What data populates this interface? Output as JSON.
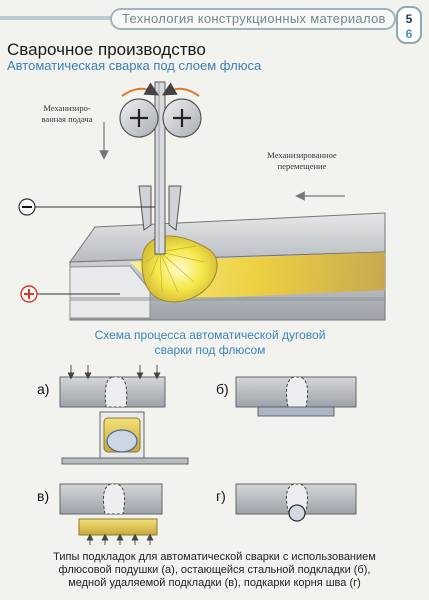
{
  "header": {
    "title": "Технология конструкционных материалов",
    "page_top": "5",
    "page_bottom": "6"
  },
  "page_title": "Сварочное производство",
  "page_subtitle": "Автоматическая сварка под слоем флюса",
  "diagram": {
    "feed_label": "Механизиро-\nванная подача",
    "motion_label": "Механизированное\nперемещение",
    "minus_sign": "−",
    "plus_sign": "+",
    "caption": "Схема процесса автоматической дуговой\nсварки под флюсом"
  },
  "panels": {
    "a": "а)",
    "b": "б)",
    "v": "в)",
    "g": "г)"
  },
  "bottom_caption": "Типы подкладок для автоматической сварки с использованием\nфлюсовой подушки (а), остающейся стальной подкладки (б),\nмедной удаляемой подкладки (в), подкарки корня шва (г)",
  "colors": {
    "accent_blue": "#3e80b6",
    "header_gray": "#6f8a95",
    "plate_gray": "#c9ccd0",
    "weld_yellow": "#f3e24a",
    "red_terminal": "#d23a2e"
  }
}
